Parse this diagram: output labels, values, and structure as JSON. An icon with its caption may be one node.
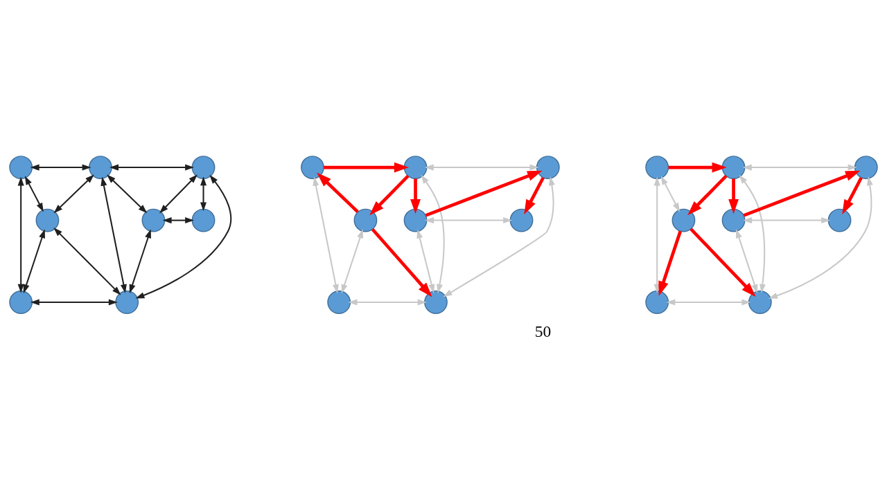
{
  "diagram": {
    "nodes": [
      {
        "text": [],
        "shape": "circle"
      },
      {
        "text": [],
        "shape": "circle"
      },
      {
        "text": [],
        "shape": "circle"
      },
      {
        "text": [],
        "shape": "circle"
      },
      {
        "text": [],
        "shape": "circle"
      },
      {
        "text": [],
        "shape": "circle"
      },
      {
        "text": [],
        "shape": "circle"
      },
      {
        "text": [],
        "shape": "circle"
      },
      {
        "text": [],
        "shape": "circle"
      },
      {
        "text": [],
        "shape": "circle"
      },
      {
        "text": [],
        "shape": "circle"
      },
      {
        "text": [],
        "shape": "circle"
      },
      {
        "text": [],
        "shape": "circle"
      },
      {
        "text": [],
        "shape": "circle"
      },
      {
        "text": [],
        "shape": "circle"
      },
      {
        "text": [],
        "shape": "circle"
      },
      {
        "text": [],
        "shape": "circle"
      },
      {
        "text": [],
        "shape": "circle"
      },
      {
        "text": [],
        "shape": "circle"
      },
      {
        "text": [],
        "shape": "circle"
      },
      {
        "text": [],
        "shape": "circle"
      },
      {
        "text": [],
        "shape": "circle"
      },
      {
        "text": [],
        "shape": "circle"
      },
      {
        "text": [],
        "shape": "circle"
      }
    ],
    "edges": [
      {
        "from": 0,
        "to": 1,
        "arrow": "both",
        "color": "#202020"
      },
      {
        "from": 0,
        "to": 3,
        "arrow": "both",
        "color": "#202020"
      },
      {
        "from": 0,
        "to": 6,
        "arrow": "both",
        "color": "#202020"
      },
      {
        "from": 1,
        "to": 2,
        "arrow": "both",
        "color": "#202020"
      },
      {
        "from": 1,
        "to": 3,
        "arrow": "both",
        "color": "#202020"
      },
      {
        "from": 1,
        "to": 7,
        "arrow": "both",
        "color": "#202020"
      },
      {
        "from": 1,
        "to": 4,
        "arrow": "both",
        "color": "#202020"
      },
      {
        "from": 2,
        "to": 7,
        "arrow": "both",
        "color": "#202020"
      },
      {
        "from": 2,
        "to": 4,
        "arrow": "both",
        "color": "#202020"
      },
      {
        "from": 2,
        "to": 5,
        "arrow": "both",
        "color": "#202020"
      },
      {
        "from": 3,
        "to": 6,
        "arrow": "both",
        "color": "#202020"
      },
      {
        "from": 3,
        "to": 7,
        "arrow": "both",
        "color": "#202020"
      },
      {
        "from": 6,
        "to": 7,
        "arrow": "both",
        "color": "#202020"
      },
      {
        "from": 4,
        "to": 7,
        "arrow": "both",
        "color": "#202020"
      },
      {
        "from": 4,
        "to": 5,
        "arrow": "both",
        "color": "#202020"
      },
      {
        "from": 8,
        "to": 9,
        "arrow": "to",
        "style": "thick",
        "color": "#ff0000"
      },
      {
        "from": 11,
        "to": 8,
        "arrow": "to",
        "style": "thick",
        "color": "#ff0000"
      },
      {
        "from": 9,
        "to": 11,
        "arrow": "to",
        "style": "thick",
        "color": "#ff0000"
      },
      {
        "from": 11,
        "to": 15,
        "arrow": "to",
        "style": "thick",
        "color": "#ff0000"
      },
      {
        "from": 9,
        "to": 12,
        "arrow": "to",
        "style": "thick",
        "color": "#ff0000"
      },
      {
        "from": 12,
        "to": 10,
        "arrow": "to",
        "style": "thick",
        "color": "#ff0000"
      },
      {
        "from": 10,
        "to": 13,
        "arrow": "to",
        "style": "thick",
        "color": "#ff0000"
      },
      {
        "from": 8,
        "to": 14,
        "arrow": "both"
      },
      {
        "from": 9,
        "to": 10,
        "arrow": "both"
      },
      {
        "from": 9,
        "to": 15,
        "arrow": "both"
      },
      {
        "from": 10,
        "to": 15,
        "arrow": "both"
      },
      {
        "from": 11,
        "to": 14,
        "arrow": "both"
      },
      {
        "from": 14,
        "to": 15,
        "arrow": "both"
      },
      {
        "from": 12,
        "to": 15,
        "arrow": "both"
      },
      {
        "from": 12,
        "to": 13,
        "arrow": "both"
      },
      {
        "from": 16,
        "to": 17,
        "arrow": "to",
        "style": "thick",
        "color": "#ff0000"
      },
      {
        "from": 17,
        "to": 19,
        "arrow": "to",
        "style": "thick",
        "color": "#ff0000"
      },
      {
        "from": 19,
        "to": 22,
        "arrow": "to",
        "style": "thick",
        "color": "#ff0000"
      },
      {
        "from": 19,
        "to": 23,
        "arrow": "to",
        "style": "thick",
        "color": "#ff0000"
      },
      {
        "from": 17,
        "to": 20,
        "arrow": "to",
        "style": "thick",
        "color": "#ff0000"
      },
      {
        "from": 20,
        "to": 18,
        "arrow": "to",
        "style": "thick",
        "color": "#ff0000"
      },
      {
        "from": 18,
        "to": 21,
        "arrow": "to",
        "style": "thick",
        "color": "#ff0000"
      },
      {
        "from": 16,
        "to": 19,
        "arrow": "both"
      },
      {
        "from": 16,
        "to": 22,
        "arrow": "both"
      },
      {
        "from": 17,
        "to": 18,
        "arrow": "both"
      },
      {
        "from": 17,
        "to": 23,
        "arrow": "both"
      },
      {
        "from": 18,
        "to": 23,
        "arrow": "both"
      },
      {
        "from": 22,
        "to": 23,
        "arrow": "both"
      },
      {
        "from": 20,
        "to": 23,
        "arrow": "both"
      },
      {
        "from": 20,
        "to": 21,
        "arrow": "both"
      }
    ],
    "labels": [
      "50"
    ]
  }
}
